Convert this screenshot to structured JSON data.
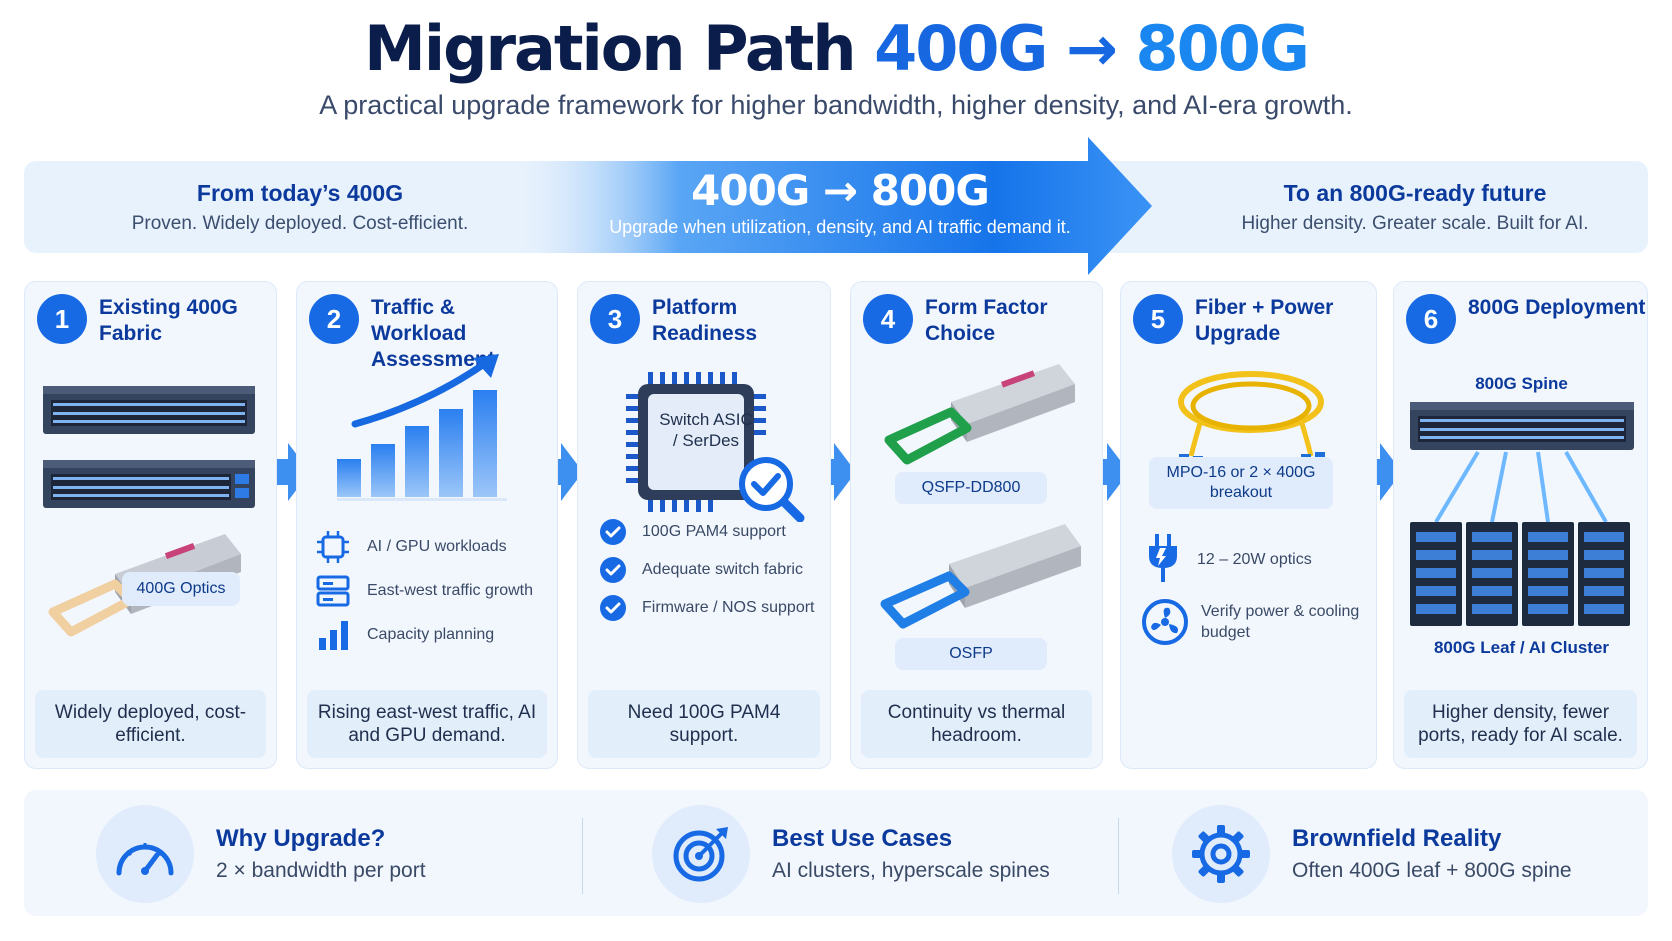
{
  "header": {
    "title_main": "Migration Path",
    "title_from": "400G",
    "title_arrow": "→",
    "title_to": "800G",
    "subtitle": "A practical upgrade framework for higher bandwidth, higher density, and AI-era growth."
  },
  "banner": {
    "left_title": "From today’s 400G",
    "left_text": "Proven. Widely deployed. Cost-efficient.",
    "mid_title": "400G → 800G",
    "mid_text": "Upgrade when utilization, density, and AI traffic demand it.",
    "right_title": "To an 800G-ready future",
    "right_text": "Higher density. Greater scale. Built for AI."
  },
  "steps": [
    {
      "num": "1",
      "title": "Existing 400G Fabric",
      "label": "400G Optics",
      "footer": "Widely deployed, cost-efficient."
    },
    {
      "num": "2",
      "title": "Traffic & Workload Assessment",
      "items": [
        "AI / GPU workloads",
        "East-west traffic growth",
        "Capacity planning"
      ],
      "footer": "Rising east-west traffic, AI and GPU demand."
    },
    {
      "num": "3",
      "title": "Platform Readiness",
      "chip_label": "Switch ASIC / SerDes",
      "items": [
        "100G PAM4 support",
        "Adequate switch fabric",
        "Firmware / NOS support"
      ],
      "footer": "Need 100G PAM4 support."
    },
    {
      "num": "4",
      "title": "Form Factor Choice",
      "label_a": "QSFP-DD800",
      "label_b": "OSFP",
      "footer": "Continuity vs thermal headroom."
    },
    {
      "num": "5",
      "title": "Fiber + Power Upgrade",
      "label": "MPO-16 or 2 × 400G breakout",
      "items": [
        "12 – 20W optics",
        "Verify power & cooling budget"
      ]
    },
    {
      "num": "6",
      "title": "800G Deployment",
      "top_label": "800G Spine",
      "bottom_label": "800G Leaf / AI Cluster",
      "footer": "Higher density, fewer ports, ready for AI scale."
    }
  ],
  "bottom": [
    {
      "title": "Why Upgrade?",
      "text": "2 × bandwidth per port",
      "icon": "speedometer-icon"
    },
    {
      "title": "Best Use Cases",
      "text": "AI clusters, hyperscale spines",
      "icon": "target-icon"
    },
    {
      "title": "Brownfield Reality",
      "text": "Often 400G leaf + 800G spine",
      "icon": "gear-icon"
    }
  ],
  "colors": {
    "primary": "#1769e4",
    "dark": "#0b1d4a",
    "heading": "#0c3a9c",
    "panel": "#f2f7fe"
  }
}
